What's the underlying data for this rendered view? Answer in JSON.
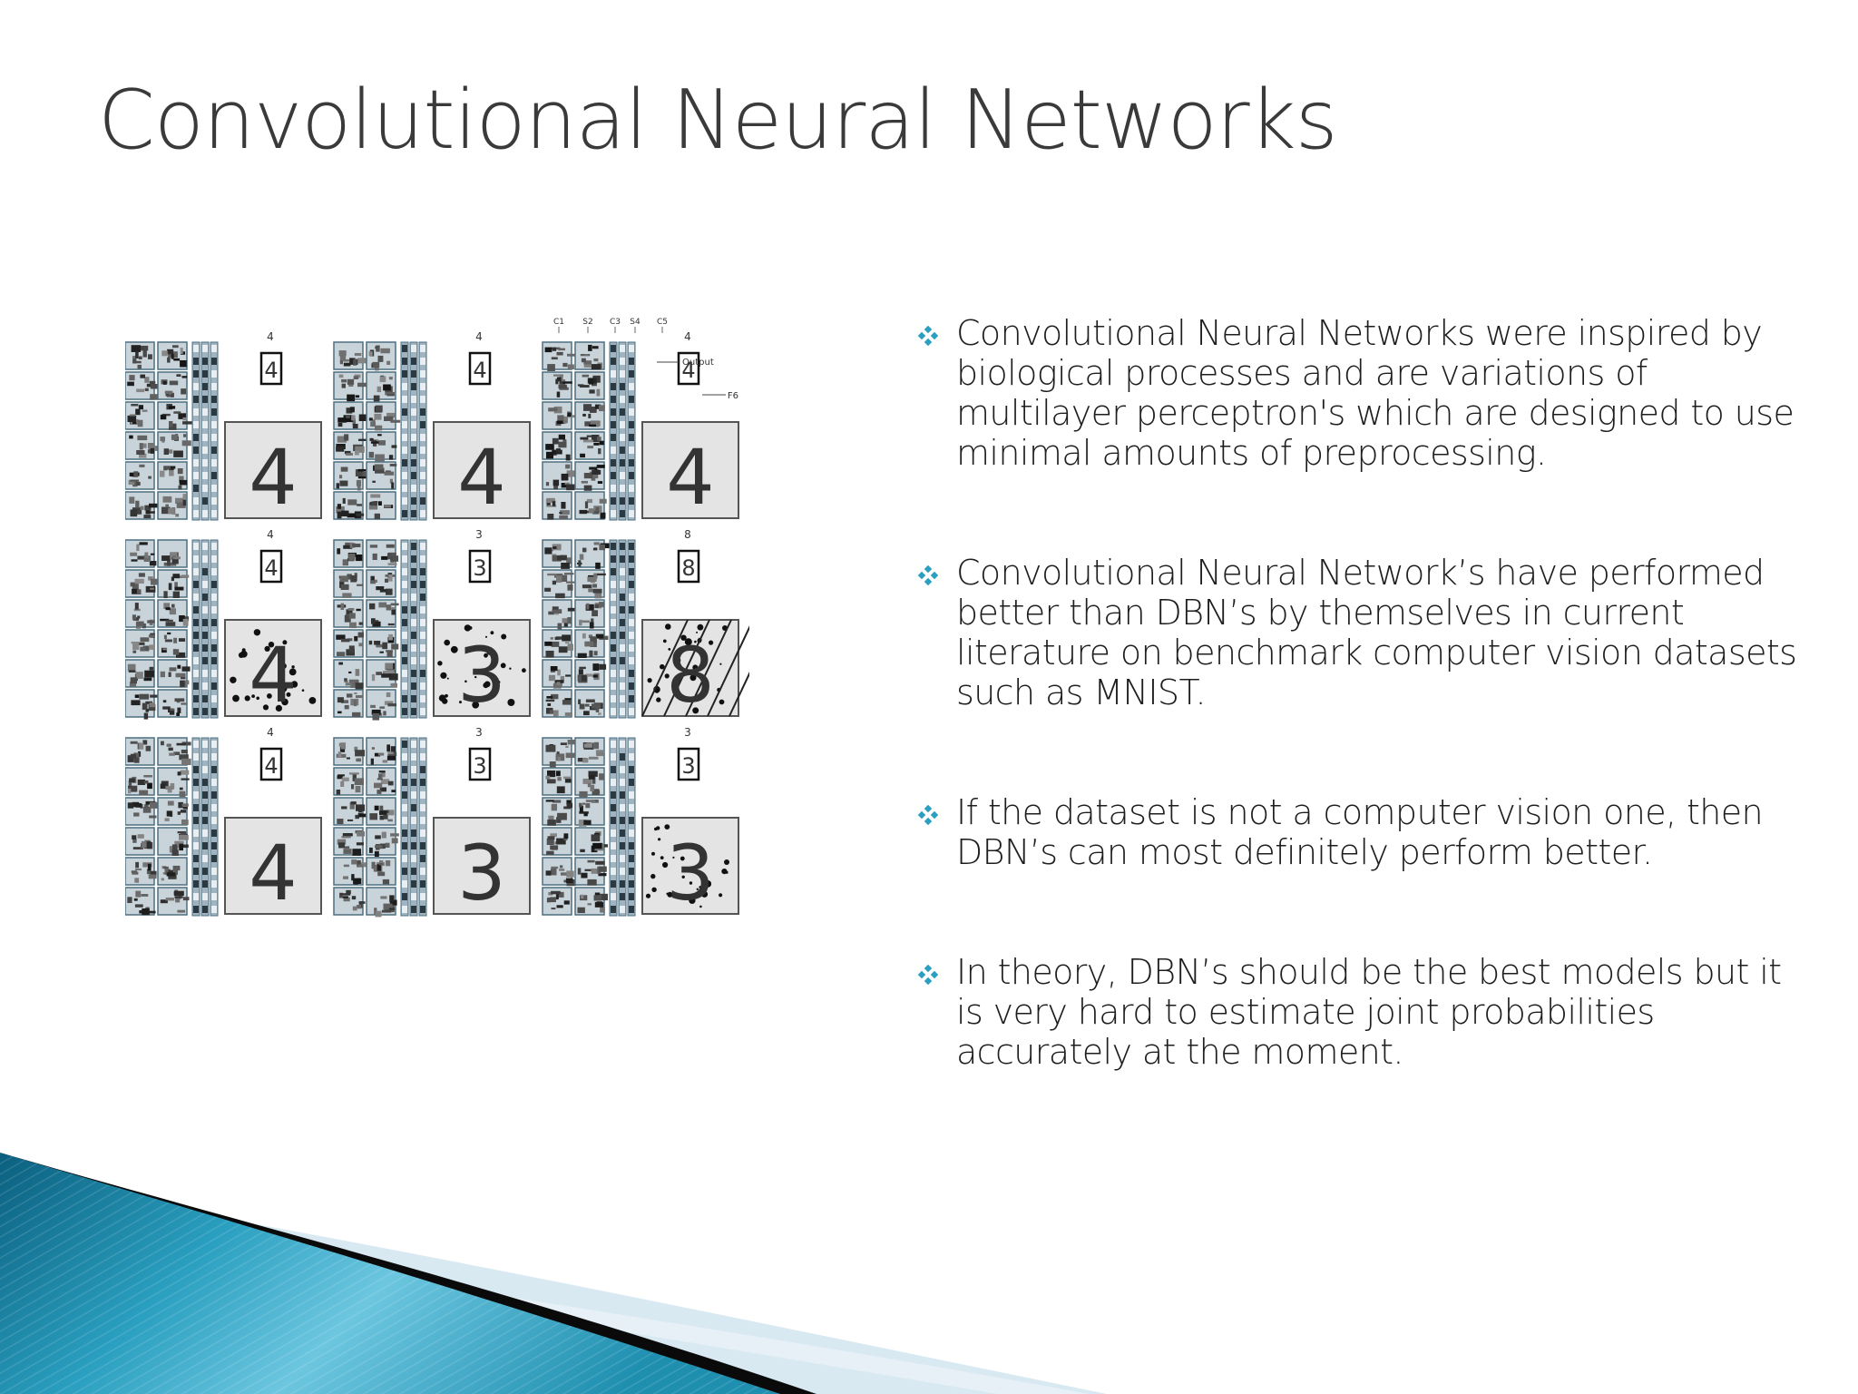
{
  "slide": {
    "title": "Convolutional Neural Networks",
    "accent_color": "#2a9fc0",
    "figure": {
      "icon": "cnn-feature-maps-figure",
      "layer_labels": [
        "C1",
        "S2",
        "C3",
        "S4",
        "C5"
      ],
      "annotations": [
        "Output",
        "F6"
      ],
      "predicted_labels": [
        "4",
        "4",
        "4",
        "4",
        "3",
        "8",
        "4",
        "3",
        "3"
      ]
    },
    "bullets": [
      {
        "text": "Convolutional Neural Networks were inspired by biological processes and are variations of multilayer perceptron's which are designed to use minimal amounts of preprocessing."
      },
      {
        "text": "Convolutional Neural Network’s have performed better than DBN’s by themselves in current literature on benchmark computer vision datasets such as MNIST."
      },
      {
        "text": "If the dataset is not a computer vision one, then DBN’s can most definitely perform better."
      },
      {
        "text": "In theory, DBN’s should be the best models but it is very hard to estimate joint probabilities accurately at the moment."
      }
    ]
  }
}
